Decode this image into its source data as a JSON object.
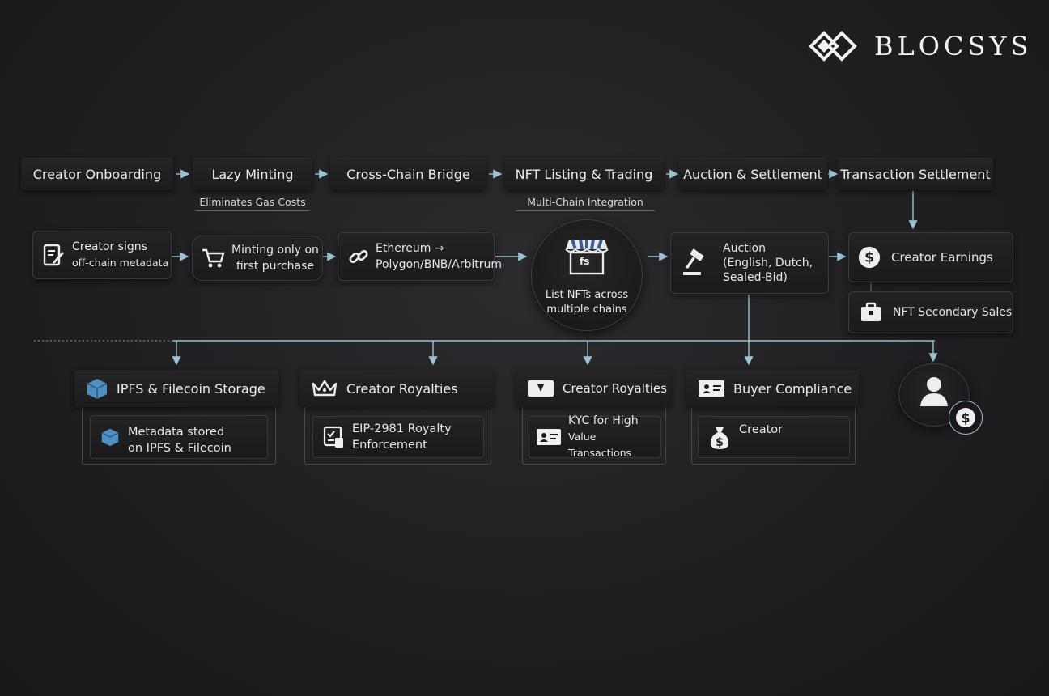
{
  "brand": {
    "name": "BLOCSYS"
  },
  "stages": [
    {
      "label": "Creator Onboarding"
    },
    {
      "label": "Lazy Minting"
    },
    {
      "label": "Cross-Chain Bridge"
    },
    {
      "label": "NFT Listing & Trading"
    },
    {
      "label": "Auction & Settlement"
    },
    {
      "label": "Transaction Settlement"
    }
  ],
  "stage_notes": {
    "lazy_minting": "Eliminates Gas Costs",
    "listing": "Multi-Chain Integration"
  },
  "details": {
    "creator_signs": {
      "line1": "Creator signs",
      "line2": "off-chain metadata"
    },
    "minting": {
      "line1": "Minting only on",
      "line2": "first purchase"
    },
    "bridge": {
      "line1": "Ethereum →",
      "line2": "Polygon/BNB/Arbitrum"
    },
    "listing": {
      "store_badge": "fs",
      "line1": "List NFTs across",
      "line2": "multiple chains"
    },
    "auction": {
      "line1": "Auction",
      "line2": "(English, Dutch,",
      "line3": "Sealed-Bid)"
    },
    "earnings": {
      "label": "Creator Earnings"
    },
    "secondary": {
      "label": "NFT Secondary Sales"
    }
  },
  "bottom": [
    {
      "head": "IPFS & Filecoin Storage",
      "line1": "Metadata stored",
      "line2": "on IPFS & Filecoin",
      "icon": "cube-icon",
      "inner_icon": "cube-icon"
    },
    {
      "head": "Creator Royalties",
      "line1": "EIP-2981 Royalty",
      "line2": "Enforcement",
      "icon": "crown-icon",
      "inner_icon": "checklist-icon"
    },
    {
      "head": "Creator Royalties",
      "line1": "KYC for High",
      "line2": "Value Transactions",
      "icon": "id-card-icon",
      "inner_icon": "id-card-icon"
    },
    {
      "head": "Buyer Compliance",
      "line1": "Creator",
      "line2": "",
      "icon": "id-card-icon",
      "inner_icon": "money-bag-icon"
    }
  ],
  "icons": {
    "accent_color": "#8fb7c9",
    "cube_color": "#4f8fbf"
  }
}
